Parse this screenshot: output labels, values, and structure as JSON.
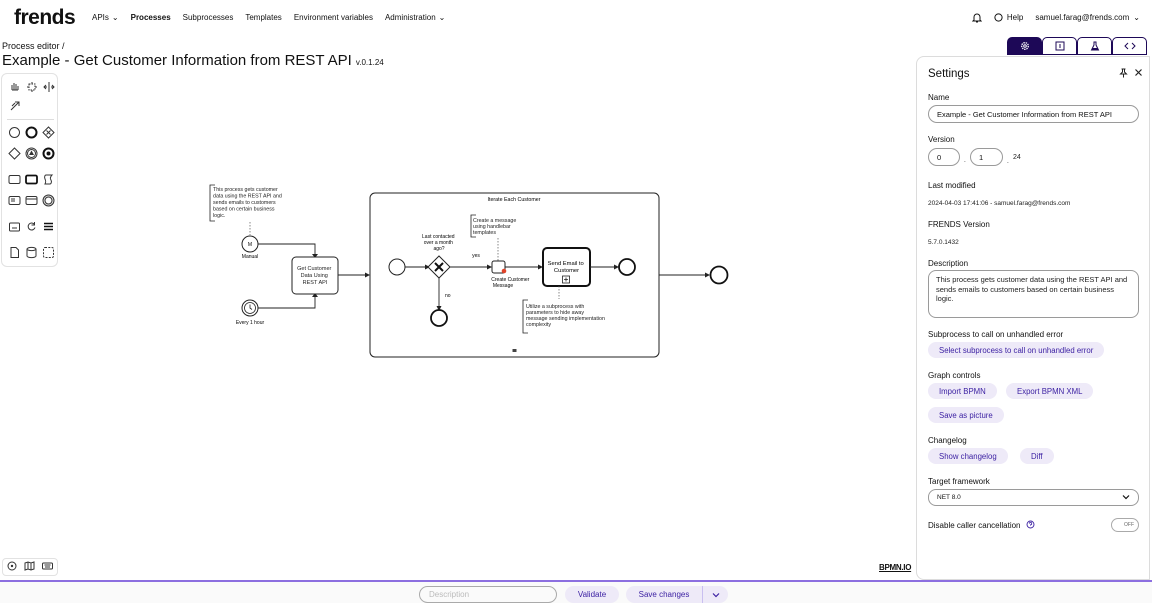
{
  "app": {
    "logo": "frends"
  },
  "nav": {
    "items": [
      {
        "label": "APIs",
        "dropdown": true
      },
      {
        "label": "Processes",
        "active": true
      },
      {
        "label": "Subprocesses"
      },
      {
        "label": "Templates"
      },
      {
        "label": "Environment variables"
      },
      {
        "label": "Administration",
        "dropdown": true
      }
    ]
  },
  "topRight": {
    "help": "Help",
    "user": "samuel.farag@frends.com"
  },
  "header": {
    "breadcrumb": "Process editor /",
    "title": "Example - Get Customer Information from REST API",
    "version": "v.0.1.24"
  },
  "diagram": {
    "annotation1": [
      "This process gets customer",
      "data using the REST API and",
      "sends emails to customers",
      "based on certain business",
      "logic."
    ],
    "manual_event_label": "Manual",
    "manual_event_letter": "M",
    "timer_event_label": "Every 1 hour",
    "task1": [
      "Get Customer",
      "Data Using",
      "REST API"
    ],
    "subprocess_title": "Iterate Each Customer",
    "annotation2": [
      "Create a message",
      "using handlebar",
      "templates"
    ],
    "gateway_label": [
      "Last contacted",
      "over a month",
      "ago?"
    ],
    "yes_label": "yes",
    "no_label": "no",
    "create_label": [
      "Create Customer",
      "Message"
    ],
    "send_task": [
      "Send Email to",
      "Customer"
    ],
    "annotation3": [
      "Utilize a subprocess with",
      "parameters to hide away",
      "message sending implementation",
      "complexity"
    ]
  },
  "canvas": {
    "watermark": "BPMN.IO"
  },
  "panel": {
    "title": "Settings",
    "name_label": "Name",
    "name_value": "Example - Get Customer Information from REST API",
    "version_label": "Version",
    "version_major": "0",
    "version_minor": "1",
    "version_sep": ".",
    "version_patch": "24",
    "last_modified_label": "Last modified",
    "last_modified_value": "2024-04-03 17:41:06 - samuel.farag@frends.com",
    "frends_version_label": "FRENDS Version",
    "frends_version_value": "5.7.0.1432",
    "description_label": "Description",
    "description_value": "This process gets customer data using the REST API and sends emails to customers based on certain business logic.",
    "subprocess_label": "Subprocess to call on unhandled error",
    "subprocess_button": "Select subprocess to call on unhandled error",
    "graph_controls_label": "Graph controls",
    "import_bpmn": "Import BPMN",
    "export_bpmn": "Export BPMN XML",
    "save_picture": "Save as picture",
    "changelog_label": "Changelog",
    "show_changelog": "Show changelog",
    "diff": "Diff",
    "target_framework_label": "Target framework",
    "target_framework_value": "NET 8.0",
    "disable_caller_label": "Disable caller cancellation",
    "toggle_state": "OFF"
  },
  "footer": {
    "description_placeholder": "Description",
    "validate": "Validate",
    "save_changes": "Save changes"
  },
  "colors": {
    "accent": "#1d0857",
    "pill_bg": "#eeeaf8",
    "pill_text": "#3d22a3",
    "footer_line": "#8c6fe0",
    "error": "#e0442a"
  }
}
